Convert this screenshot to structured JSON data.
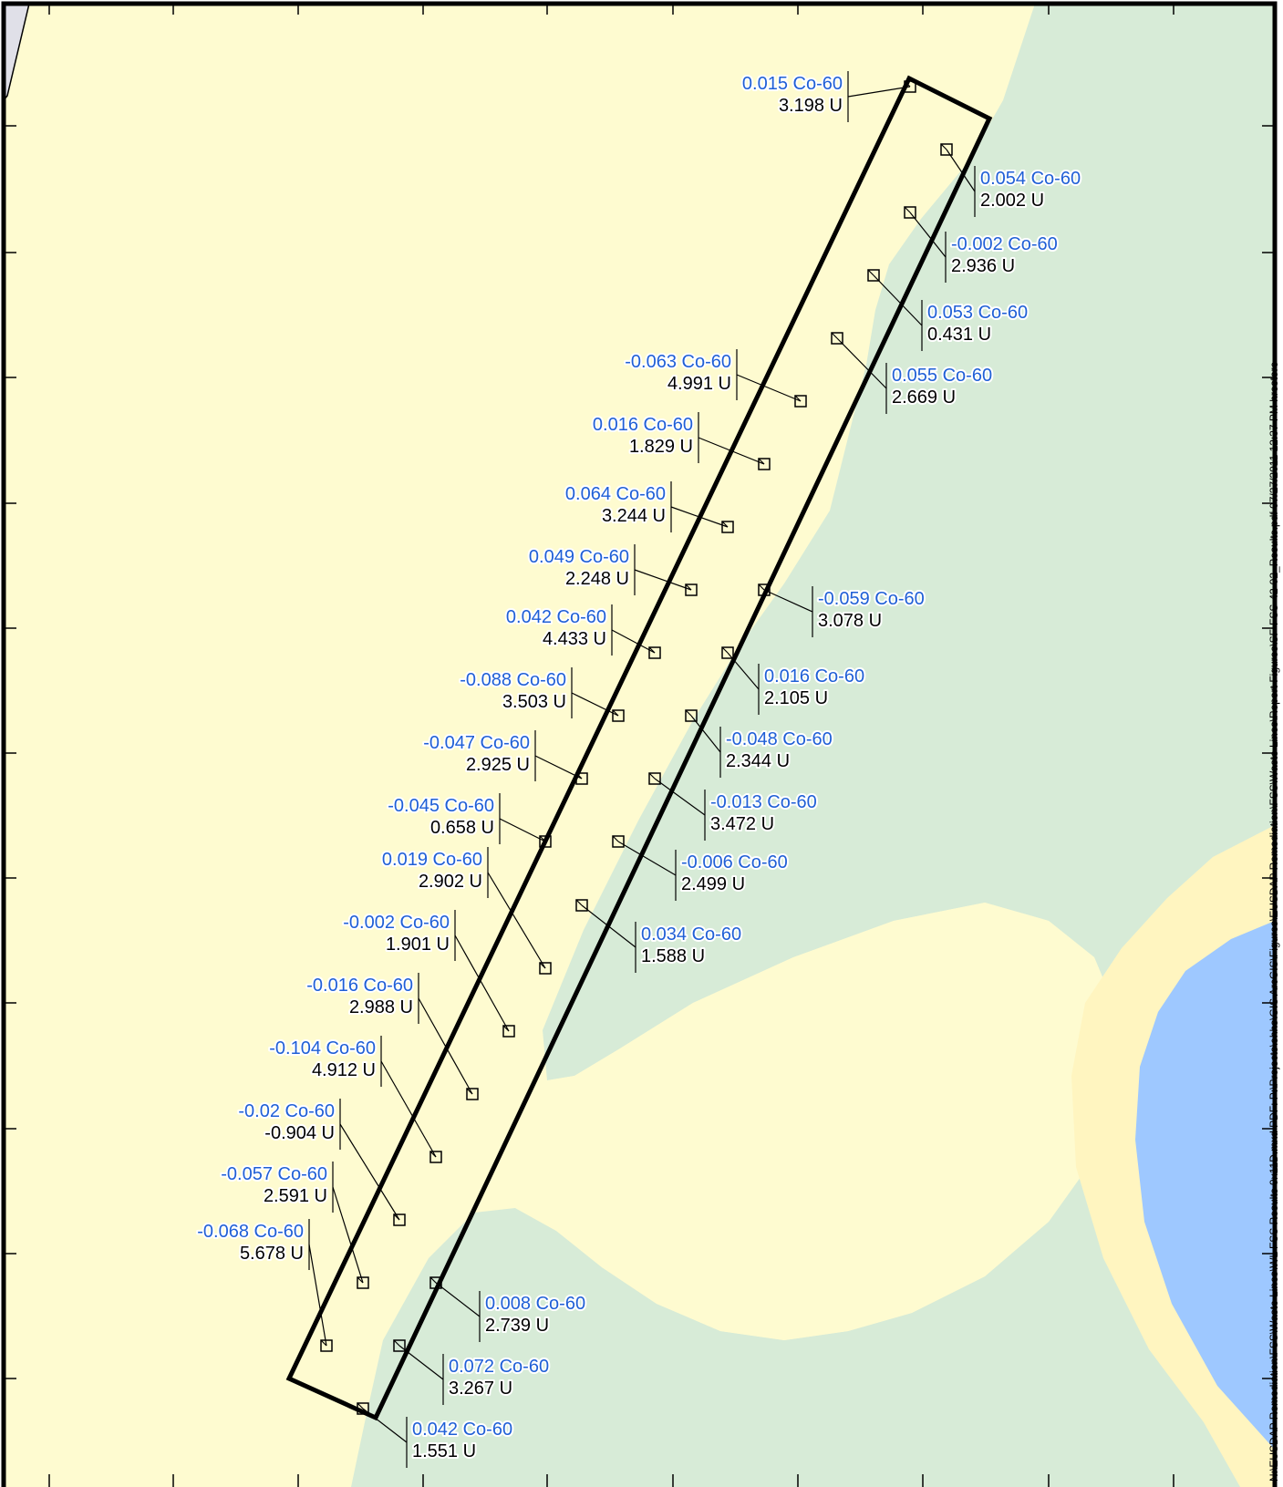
{
  "map": {
    "colors": {
      "land": "#fefbd0",
      "vegetation": "#d7ebd7",
      "sand": "#fff5c0",
      "water": "#9ec8ff",
      "boundary": "#000000",
      "co60_text": "#1f5fd6",
      "u_text": "#000000"
    },
    "path_text": "N:\\EUSDAP Remediation\\FSS\\Waste Lines\\WL FSS Results 9x11D.mxd  PDF: P:\\Projects\\ehhs\\GIS ArcGIS\\Figures\\EUSDAP Remediation\\FSS\\Waste Lines\\Report Figures\\SF-FSS-42-02_Results.pdf   07/27/2011  12:37 PM   hrestore",
    "samples": [
      {
        "co60": "0.015 Co-60",
        "u": "3.198 U"
      },
      {
        "co60": "0.054 Co-60",
        "u": "2.002 U"
      },
      {
        "co60": "-0.002 Co-60",
        "u": "2.936 U"
      },
      {
        "co60": "0.053 Co-60",
        "u": "0.431 U"
      },
      {
        "co60": "0.055 Co-60",
        "u": "2.669 U"
      },
      {
        "co60": "-0.063 Co-60",
        "u": "4.991 U"
      },
      {
        "co60": "0.016 Co-60",
        "u": "1.829 U"
      },
      {
        "co60": "0.064 Co-60",
        "u": "3.244 U"
      },
      {
        "co60": "0.049 Co-60",
        "u": "2.248 U"
      },
      {
        "co60": "-0.059 Co-60",
        "u": "3.078 U"
      },
      {
        "co60": "0.042 Co-60",
        "u": "4.433 U"
      },
      {
        "co60": "0.016 Co-60",
        "u": "2.105 U"
      },
      {
        "co60": "-0.088 Co-60",
        "u": "3.503 U"
      },
      {
        "co60": "-0.048 Co-60",
        "u": "2.344 U"
      },
      {
        "co60": "-0.047 Co-60",
        "u": "2.925 U"
      },
      {
        "co60": "-0.013 Co-60",
        "u": "3.472 U"
      },
      {
        "co60": "-0.045 Co-60",
        "u": "0.658 U"
      },
      {
        "co60": "-0.006 Co-60",
        "u": "2.499 U"
      },
      {
        "co60": "0.019 Co-60",
        "u": "2.902 U"
      },
      {
        "co60": "0.034 Co-60",
        "u": "1.588 U"
      },
      {
        "co60": "-0.002 Co-60",
        "u": "1.901 U"
      },
      {
        "co60": "-0.016 Co-60",
        "u": "2.988 U"
      },
      {
        "co60": "-0.104 Co-60",
        "u": "4.912 U"
      },
      {
        "co60": "-0.02 Co-60",
        "u": "-0.904 U"
      },
      {
        "co60": "-0.057 Co-60",
        "u": "2.591 U"
      },
      {
        "co60": "-0.068 Co-60",
        "u": "5.678 U"
      },
      {
        "co60": "0.008 Co-60",
        "u": "2.739 U"
      },
      {
        "co60": "0.072 Co-60",
        "u": "3.267 U"
      },
      {
        "co60": "0.042 Co-60",
        "u": "1.551 U"
      }
    ]
  }
}
